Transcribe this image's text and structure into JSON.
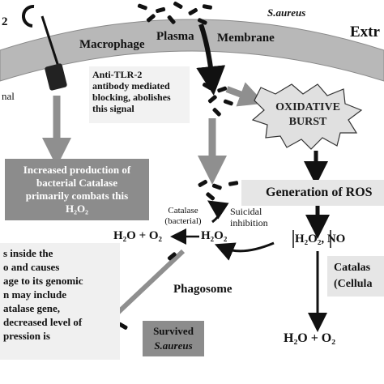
{
  "labels": {
    "tlr2_fragment": "2",
    "s_aureus_top": "S.aureus",
    "macrophage": "Macrophage",
    "plasma": "Plasma",
    "membrane": "Membrane",
    "extra_fragment": "Extr",
    "signal_fragment": "nal",
    "anti_tlr2": [
      "Anti-TLR-2",
      "antibody mediated",
      "blocking, abolishes",
      "this signal"
    ],
    "oxidative_burst": [
      "OXIDATIVE",
      "BURST"
    ],
    "increased_production": [
      "Increased production of",
      "bacterial Catalase",
      "primarily combats this",
      "H₂O₂"
    ],
    "generation_ros": "Generation of ROS",
    "catalase_bacterial": [
      "Catalase",
      "(bacterial)"
    ],
    "suicidal_inhibition": [
      "Suicidal",
      "inhibition"
    ],
    "h2o_o2_left": "H₂O + O₂",
    "h2o2_center": "H₂O₂",
    "h2o2_no": "H₂O₂, NO",
    "catalase_cellular": [
      "Catalas",
      "(Cellula"
    ],
    "phagosome": "Phagosome",
    "left_text": [
      "s inside the",
      "o and causes",
      "age to its genomic",
      "n may include",
      "atalase gene,",
      "decreased level of",
      "pression is"
    ],
    "survived": [
      "Survived",
      "S.aureus"
    ],
    "h2o_o2_right": "H₂O + O₂"
  },
  "colors": {
    "membrane": "#b8b8b8",
    "membrane_edge": "#8a8a8a",
    "box_light": "#e6e6e6",
    "box_dark": "#8c8c8c",
    "arrow_gray": "#8f8f8f",
    "black": "#111111"
  }
}
